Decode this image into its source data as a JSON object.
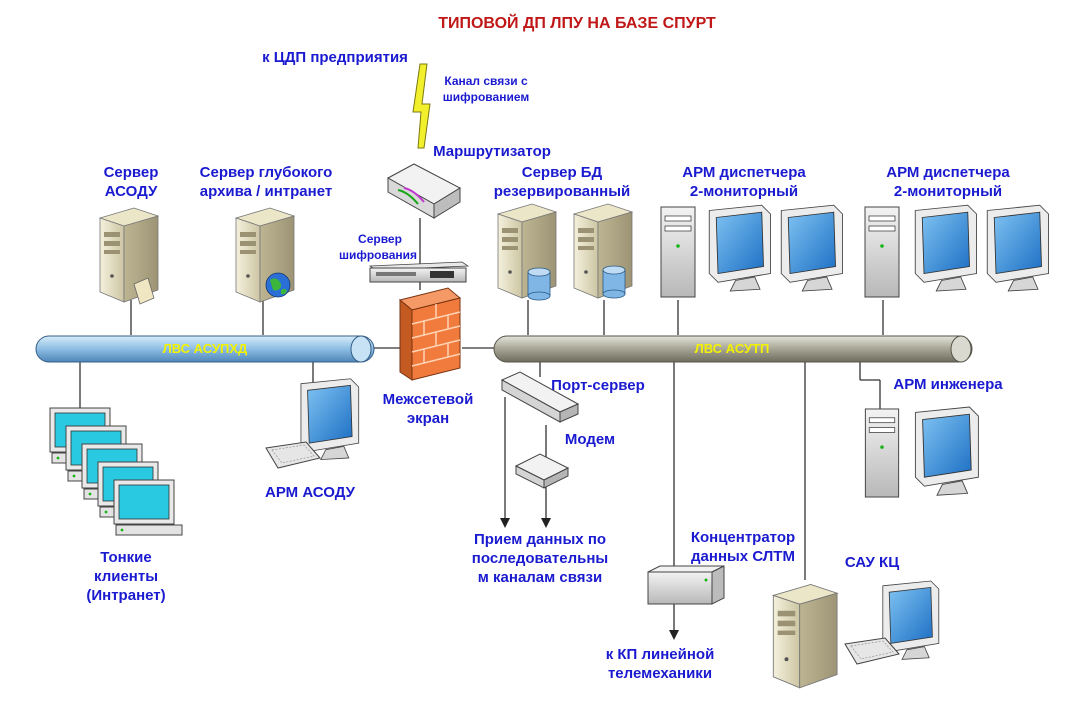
{
  "title": "ТИПОВОЙ ДП ЛПУ НА БАЗЕ СПУРТ",
  "labels": {
    "cdp": "к ЦДП предприятия",
    "channel_1": "Канал связи с",
    "channel_2": "шифрованием",
    "router": "Маршрутизатор",
    "srv_asodu_1": "Сервер",
    "srv_asodu_2": "АСОДУ",
    "srv_archive_1": "Сервер глубокого",
    "srv_archive_2": "архива / интранет",
    "srv_crypt_1": "Сервер",
    "srv_crypt_2": "шифрования",
    "srv_db_1": "Сервер БД",
    "srv_db_2": "резервированный",
    "arm_disp1_1": "АРМ диспетчера",
    "arm_disp1_2": "2-мониторный",
    "arm_disp2_1": "АРМ диспетчера",
    "arm_disp2_2": "2-мониторный",
    "bus_left": "ЛВС АСУПХД",
    "bus_right": "ЛВС АСУТП",
    "firewall_1": "Межсетевой",
    "firewall_2": "экран",
    "port_server": "Порт-сервер",
    "modem": "Модем",
    "arm_engineer": "АРМ инженера",
    "arm_asodu": "АРМ АСОДУ",
    "thin_1": "Тонкие",
    "thin_2": "клиенты",
    "thin_3": "(Интранет)",
    "serial_1": "Прием данных по",
    "serial_2": "последовательны",
    "serial_3": "м каналам связи",
    "conc_1": "Концентратор",
    "conc_2": "данных СЛТМ",
    "kp_1": "к КП линейной",
    "kp_2": "телемеханики",
    "sau": "САУ КЦ"
  },
  "colors": {
    "title": "#c01818",
    "labels": "#1a1ad0",
    "bus_text": "#f2f200",
    "bus_left": "#9fc6e6",
    "bus_right": "#a8a898",
    "firewall": "#f07b3c",
    "screen": "#2e8bd8"
  },
  "icons": {
    "router": "router-icon",
    "firewall": "firewall-icon",
    "server": "server-tower-icon",
    "monitor": "monitor-icon",
    "modem": "modem-icon",
    "hub": "port-server-icon",
    "rack": "rack-server-icon",
    "lightning": "lightning-icon"
  }
}
